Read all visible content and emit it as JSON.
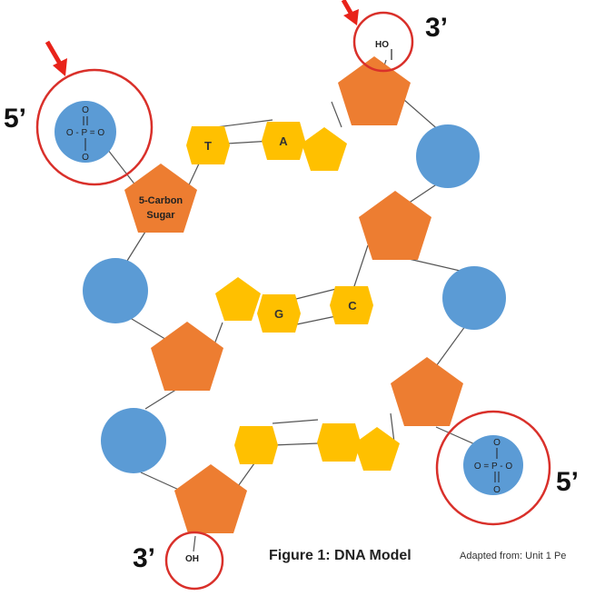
{
  "labels": {
    "prime5_left": "5’",
    "prime3_top": "3’",
    "prime3_bottom": "3’",
    "prime5_right": "5’",
    "sugar_line1": "5-Carbon",
    "sugar_line2": "Sugar",
    "base_t": "T",
    "base_a": "A",
    "base_g": "G",
    "base_c": "C",
    "ho": "HO",
    "oh": "OH",
    "figure_title": "Figure 1: DNA Model",
    "credit": "Adapted from: Unit 1 Pe",
    "phos_left_row": "O - P = O",
    "phos_left_top": "O",
    "phos_left_bottom": "O",
    "phos_right_row": "O = P - O",
    "phos_right_top": "O",
    "phos_right_bottom": "O"
  },
  "colors": {
    "phosphate": "#5b9bd5",
    "sugar": "#ed7d31",
    "base": "#ffc000",
    "highlight_circle": "#d9302a",
    "arrow": "#e8231a",
    "backbone_line": "#555555"
  }
}
